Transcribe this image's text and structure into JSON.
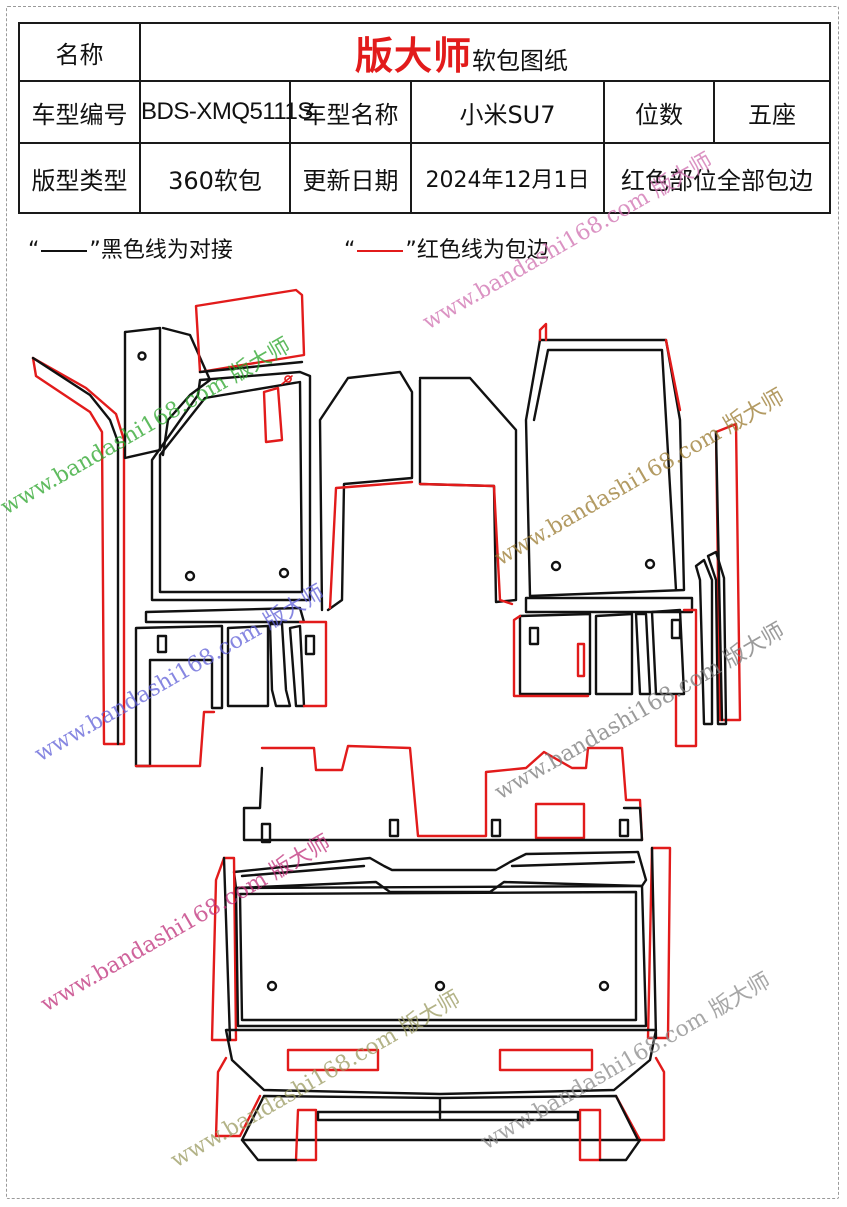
{
  "header": {
    "name_label": "名称",
    "brand": "版大师",
    "brand_sub": "软包图纸",
    "model_code_label": "车型编号",
    "model_code": "BDS-XMQ5111S",
    "model_name_label": "车型名称",
    "model_name": "小米SU7",
    "seats_label": "位数",
    "seats": "五座",
    "type_label": "版型类型",
    "type": "360软包",
    "date_label": "更新日期",
    "date": "2024年12月1日",
    "note": "红色部位全部包边"
  },
  "legend": {
    "black": {
      "q_open": "“",
      "q_close": "”",
      "text": "黑色线为对接",
      "color": "#111111"
    },
    "red": {
      "q_open": "“",
      "q_close": "”",
      "text": "红色线为包边",
      "color": "#e21b1b"
    }
  },
  "watermark": {
    "site": "www.bandashi168.com",
    "brand": "版大师",
    "colors": [
      "#2a7a2a",
      "#3b3bd0",
      "#c0307a",
      "#6b6b6b",
      "#9a7a30"
    ]
  },
  "colors": {
    "seam": "#111111",
    "edge": "#e21b1b"
  }
}
